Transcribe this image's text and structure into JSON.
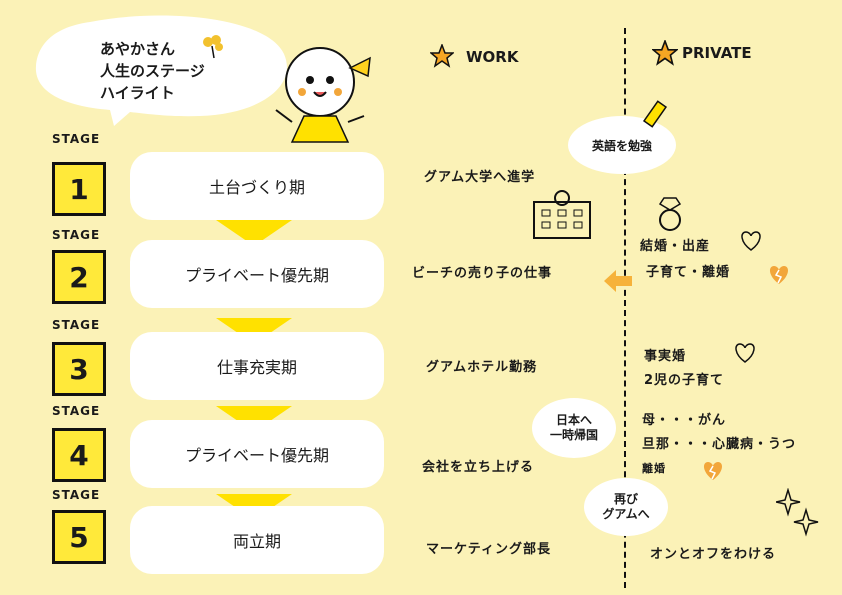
{
  "intro": {
    "line1": "あやかさん",
    "line2": "人生のステージ",
    "line3": "ハイライト"
  },
  "headers": {
    "work": "WORK",
    "private": "PRIVATE"
  },
  "stages": [
    {
      "label": "STAGE",
      "number": "1",
      "phase": "土台づくり期"
    },
    {
      "label": "STAGE",
      "number": "2",
      "phase": "プライベート優先期"
    },
    {
      "label": "STAGE",
      "number": "3",
      "phase": "仕事充実期"
    },
    {
      "label": "STAGE",
      "number": "4",
      "phase": "プライベート優先期"
    },
    {
      "label": "STAGE",
      "number": "5",
      "phase": "両立期"
    }
  ],
  "work": {
    "s1": "グアム大学へ進学",
    "s1_bubble": "英語を勉強",
    "s2": "ビーチの売り子の仕事",
    "s3": "グアムホテル勤務",
    "s4": "会社を立ち上げる",
    "s4_bubble_1": "日本へ",
    "s4_bubble_2": "一時帰国",
    "s5": "マーケティング部長",
    "s5_bubble_1": "再び",
    "s5_bubble_2": "グアムへ"
  },
  "private": {
    "s2_1": "結婚・出産",
    "s2_2": "子育て・離婚",
    "s3_1": "事実婚",
    "s3_2": "2児の子育て",
    "s4_1": "母・・・がん",
    "s4_2": "旦那・・・心臓病・うつ",
    "s4_3": "離婚",
    "s5_1": "オンとオフをわける"
  },
  "colors": {
    "background": "#FBF2B7",
    "accent_yellow": "#FFE100",
    "stage_box": "#FFE93A",
    "heart_orange": "#F2A63A",
    "arrow_orange": "#F6B23A"
  }
}
